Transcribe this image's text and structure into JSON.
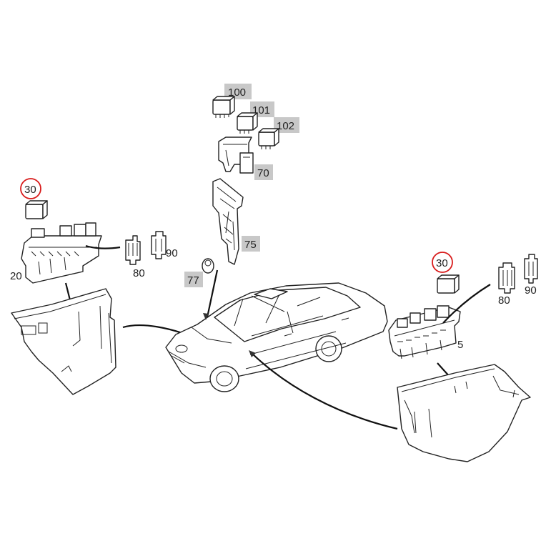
{
  "callouts": {
    "c100": "100",
    "c101": "101",
    "c102": "102",
    "c70": "70",
    "c75": "75",
    "c77": "77",
    "c30_left": "30",
    "c20": "20",
    "c80_left": "80",
    "c90_left": "90",
    "c30_right": "30",
    "c5": "5",
    "c80_right": "80",
    "c90_right": "90"
  },
  "colors": {
    "callout_bg": "#c8c8c8",
    "highlight_ring": "#d81b1b"
  }
}
